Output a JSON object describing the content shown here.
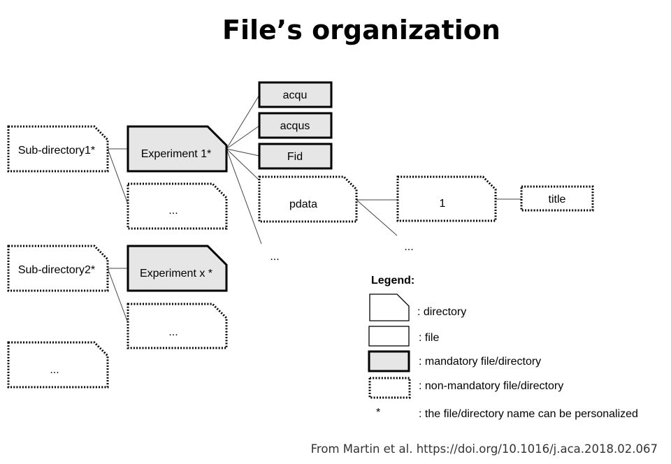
{
  "title": "File’s organization",
  "nodes": {
    "subdir1": "Sub-directory1*",
    "subdir1_more": "...",
    "subdir2": "Sub-directory2*",
    "subdir2_more": "...",
    "subdir_more": "...",
    "experiment1": "Experiment 1*",
    "experimentx": "Experiment x *",
    "acqu": "acqu",
    "acqus": "acqus",
    "fid": "Fid",
    "pdata": "pdata",
    "exp_more": "...",
    "proc1": "1",
    "pdata_more": "...",
    "title_file": "title"
  },
  "legend": {
    "heading": "Legend:",
    "directory": ": directory",
    "file": ": file",
    "mandatory": ": mandatory file/directory",
    "non_mandatory": ":  non-mandatory file/directory",
    "star_symbol": "*",
    "star_desc": ":  the file/directory name can be personalized"
  },
  "source": "From Martin et al. https://doi.org/10.1016/j.aca.2018.02.067",
  "colors": {
    "mandatory_fill": "#e6e6e6",
    "background": "#ffffff",
    "stroke": "#000000"
  }
}
